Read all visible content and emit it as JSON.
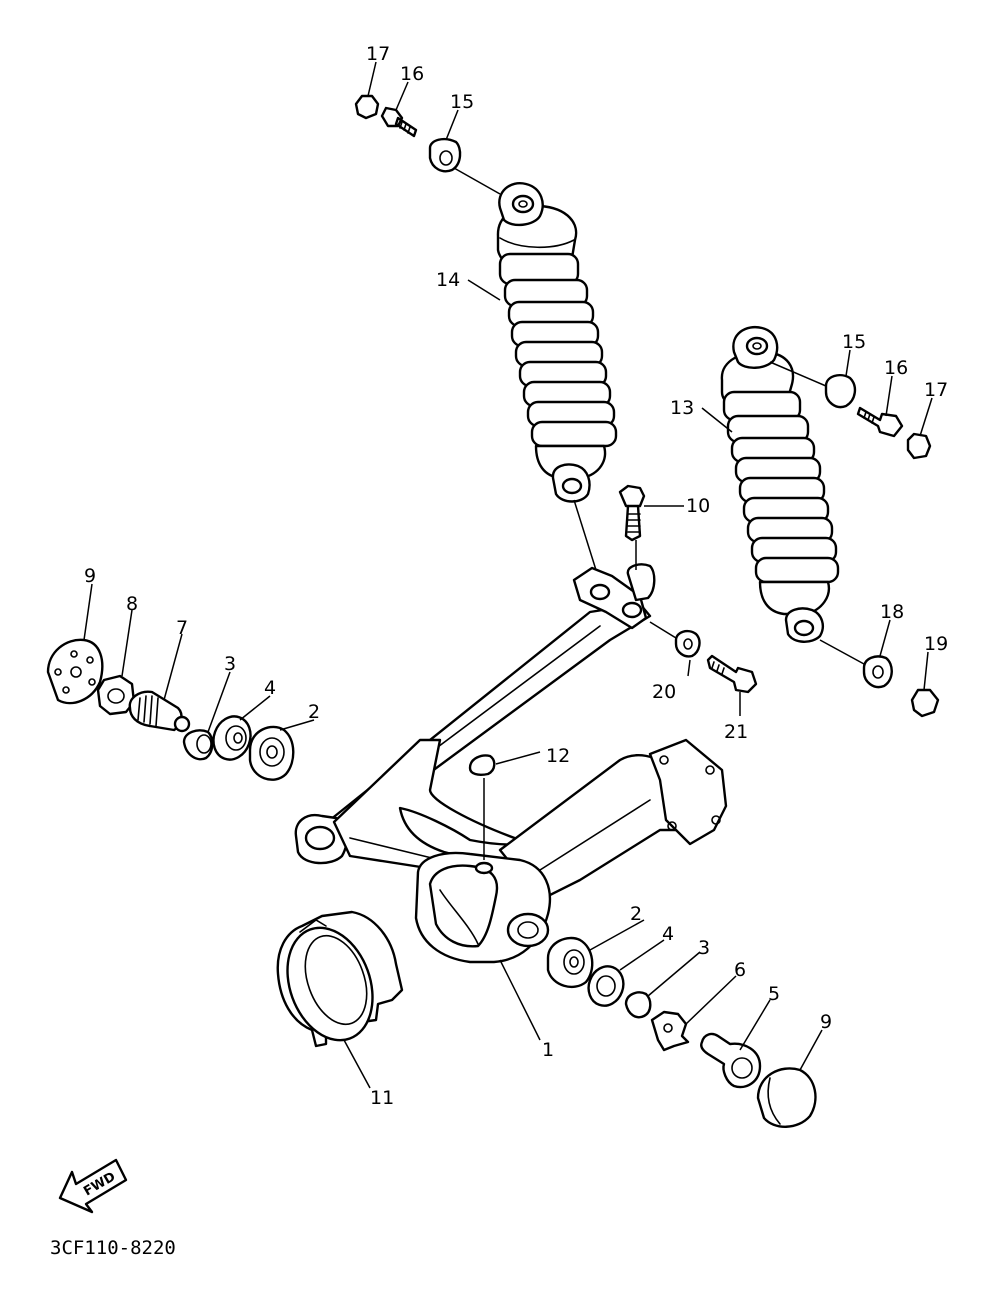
{
  "diagram_code": "3CF110-8220",
  "fwd_label": "FWD",
  "callouts": {
    "c1": "1",
    "c2a": "2",
    "c2b": "2",
    "c3a": "3",
    "c3b": "3",
    "c4a": "4",
    "c4b": "4",
    "c5": "5",
    "c6": "6",
    "c7": "7",
    "c8": "8",
    "c9a": "9",
    "c9b": "9",
    "c10": "10",
    "c11": "11",
    "c12": "12",
    "c13": "13",
    "c14": "14",
    "c15a": "15",
    "c15b": "15",
    "c16a": "16",
    "c16b": "16",
    "c17a": "17",
    "c17b": "17",
    "c18": "18",
    "c19": "19",
    "c20": "20",
    "c21": "21"
  }
}
